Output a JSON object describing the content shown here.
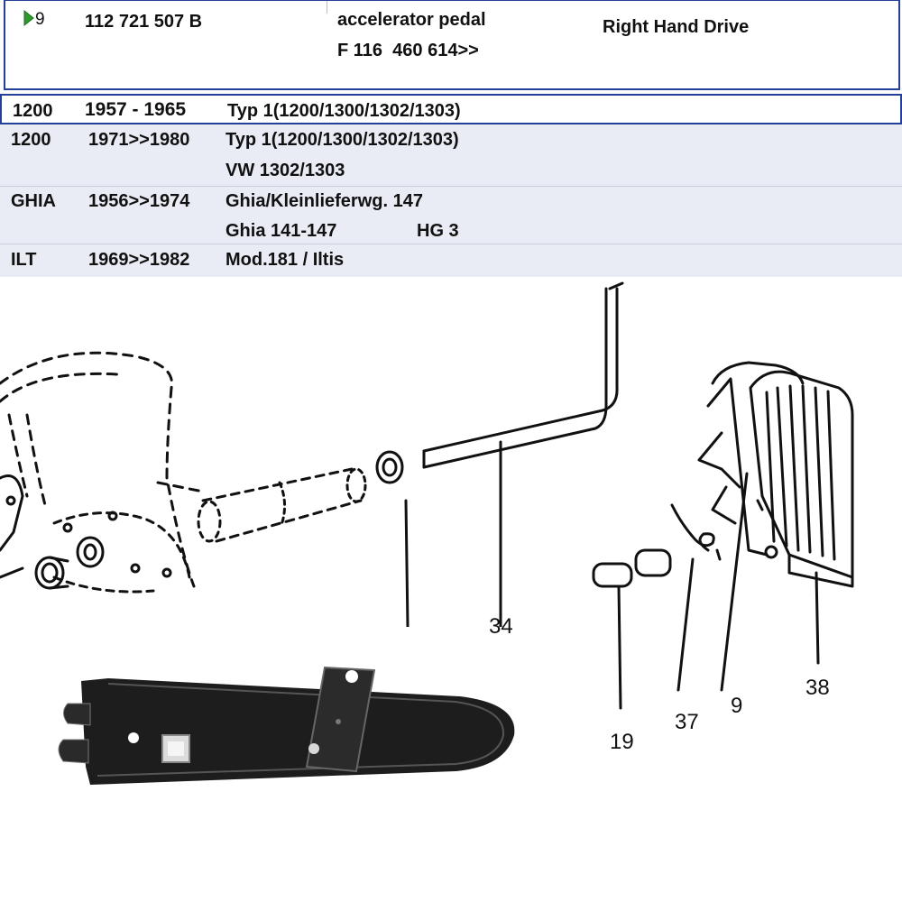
{
  "header": {
    "position": "9",
    "part_number": "112 721 507 B",
    "description": "accelerator pedal",
    "chassis": "F 116  460 614>>",
    "note": "Right Hand Drive"
  },
  "rows": [
    {
      "model": "1200",
      "years": "1957 - 1965",
      "lines": [
        "Typ 1(1200/1300/1302/1303)"
      ],
      "extra": ""
    },
    {
      "model": "1200",
      "years": "1971>>1980",
      "lines": [
        "Typ 1(1200/1300/1302/1303)",
        "VW 1302/1303"
      ],
      "extra": ""
    },
    {
      "model": "GHIA",
      "years": "1956>>1974",
      "lines": [
        "Ghia/Kleinlieferwg. 147",
        "Ghia 141-147"
      ],
      "extra": "HG 3"
    },
    {
      "model": "ILT",
      "years": "1969>>1982",
      "lines": [
        "Mod.181 / Iltis"
      ],
      "extra": ""
    }
  ],
  "diagram": {
    "callouts": [
      "34",
      "38",
      "9",
      "37",
      "19"
    ],
    "icons": [
      "play-triangle-icon"
    ]
  },
  "colors": {
    "border_blue": "#22409a",
    "row_shade": "#e9ecf5",
    "play_green": "#2e9a2e"
  }
}
